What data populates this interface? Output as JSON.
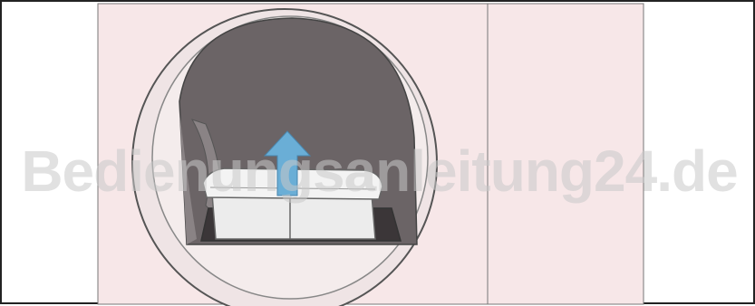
{
  "image": {
    "subject": "dryer-fluff-filter-removal",
    "arrow_direction": "up",
    "colors": {
      "panel_pink": "#f7e7e8",
      "drum_dark": "#6b6466",
      "door_ring": "#efe4e5",
      "arrow_blue": "#6aaed6",
      "filter_white": "#f3f3f3",
      "outline": "#555555"
    }
  },
  "watermark": {
    "text": "Bedienungsanleitung24.de"
  }
}
